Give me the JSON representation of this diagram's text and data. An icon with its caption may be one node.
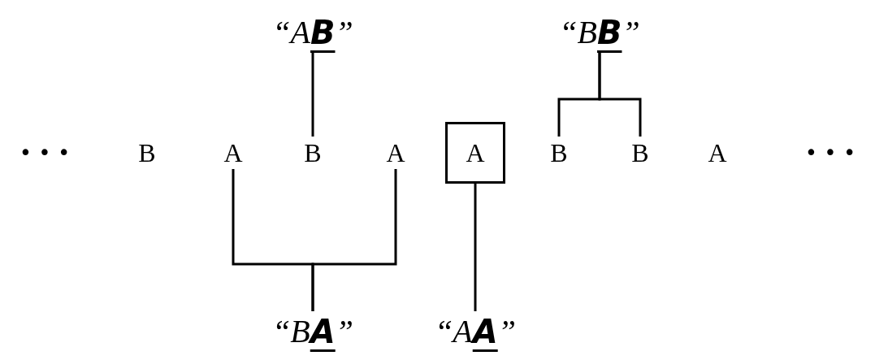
{
  "diagram": {
    "nodes": [
      {
        "text": [
          "“A**B**”"
        ]
      },
      {
        "text": [
          "“B**B**”"
        ]
      },
      {
        "text": [
          "B"
        ]
      },
      {
        "text": [
          "A"
        ]
      },
      {
        "text": [
          "B"
        ]
      },
      {
        "text": [
          "A"
        ]
      },
      {
        "text": [
          "A"
        ]
      },
      {
        "text": [
          "B"
        ]
      },
      {
        "text": [
          "B"
        ]
      },
      {
        "text": [
          "A"
        ]
      },
      {
        "text": [
          "“B**A**”"
        ]
      },
      {
        "text": [
          "“A**A**”"
        ]
      }
    ],
    "edges": [
      {
        "from": 0,
        "to": 4,
        "arrow": "none"
      },
      {
        "from": 1,
        "to": 7,
        "arrow": "none"
      },
      {
        "from": 1,
        "to": 8,
        "arrow": "none"
      },
      {
        "from": 10,
        "to": 3,
        "arrow": "none"
      },
      {
        "from": 10,
        "to": 5,
        "arrow": "none"
      },
      {
        "from": 11,
        "to": 6,
        "arrow": "none"
      }
    ],
    "labels": [
      "• • •",
      "• • •"
    ]
  }
}
